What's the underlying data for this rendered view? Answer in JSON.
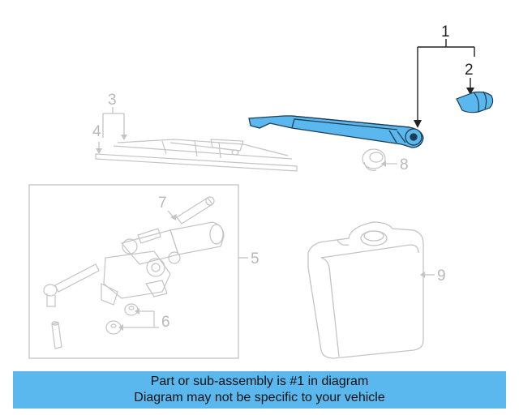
{
  "callouts": {
    "c1": "1",
    "c2": "2",
    "c3": "3",
    "c4": "4",
    "c5": "5",
    "c6": "6",
    "c7": "7",
    "c8": "8",
    "c9": "9"
  },
  "colors": {
    "highlight_part": "#5bb8ef",
    "banner_background": "#5bb8ef",
    "dim_lines": "#c4c4c4",
    "dark_lines": "#222222"
  },
  "banner": {
    "line1": "Part or sub-assembly is #1 in diagram",
    "line2": "Diagram may not be specific to your vehicle"
  }
}
